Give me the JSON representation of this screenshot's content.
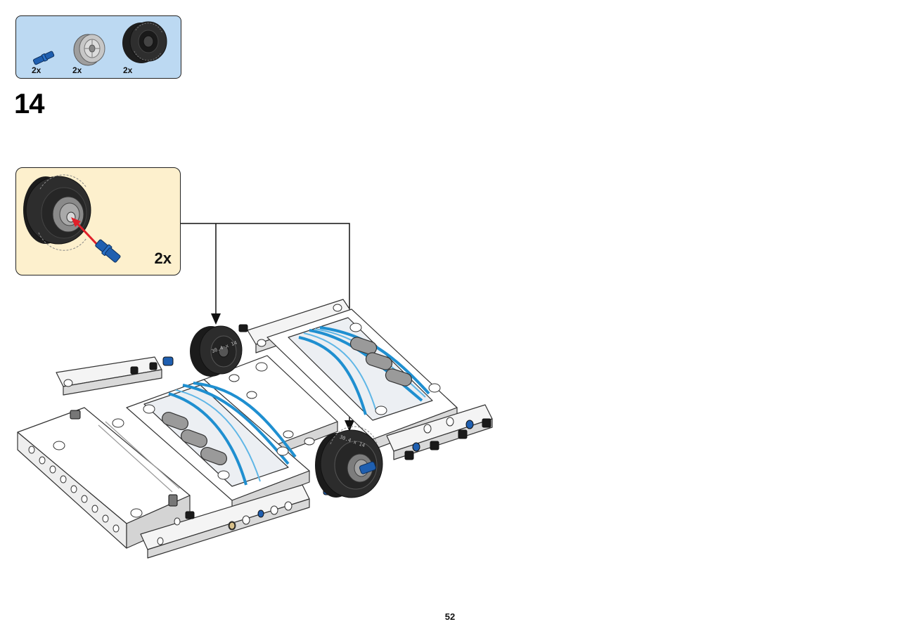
{
  "parts_list": {
    "items": [
      {
        "part": "blue-axle-pin",
        "qty": "2x"
      },
      {
        "part": "grey-wheel-rim",
        "qty": "2x"
      },
      {
        "part": "black-tire",
        "qty": "2x",
        "tire_text": "30.4 x 14"
      }
    ]
  },
  "step": {
    "number": "14"
  },
  "callout": {
    "qty": "2x"
  },
  "tire_text": "30.4 x 14",
  "page": {
    "number": "52"
  },
  "colors": {
    "parts_bg": "#bcd9f2",
    "callout_bg": "#fdf0cd",
    "pin_blue": "#1f5fb0",
    "tire_black": "#2a2a2a",
    "rim_grey": "#b9b9b9",
    "accent_blue": "#1f8fd0",
    "arrow_red": "#e0202a"
  }
}
